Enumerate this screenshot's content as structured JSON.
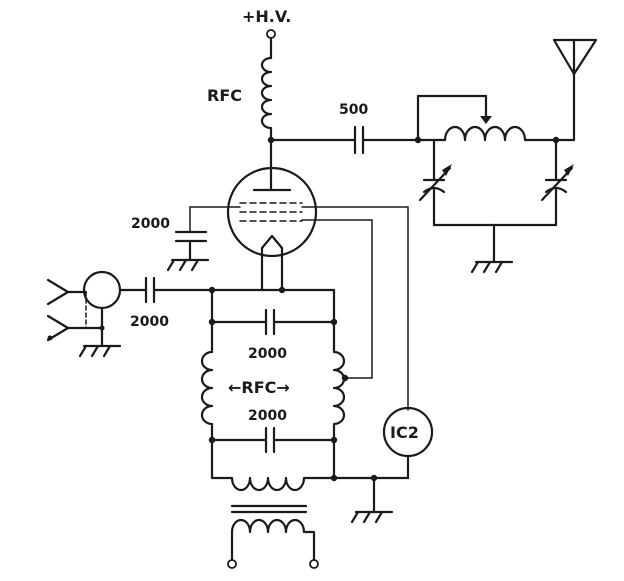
{
  "labels": {
    "hv": "+H.V.",
    "rfc_top": "RFC",
    "cap_500": "500",
    "cap_2000_grid": "2000",
    "cap_2000_input": "2000",
    "cap_2000_upper": "2000",
    "rfc_mid": "←RFC→",
    "cap_2000_lower": "2000",
    "ic": "IC2"
  }
}
